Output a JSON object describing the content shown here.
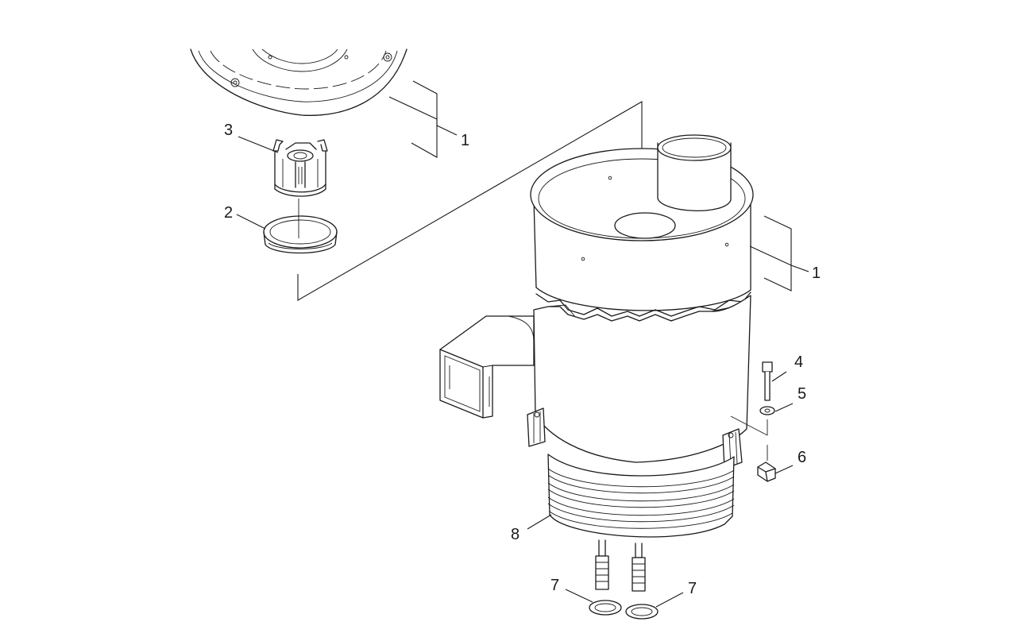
{
  "callouts": {
    "c1_top": "1",
    "c1_right": "1",
    "c2": "2",
    "c3": "3",
    "c4": "4",
    "c5": "5",
    "c6": "6",
    "c7_left": "7",
    "c7_right": "7",
    "c8": "8"
  },
  "colors": {
    "line": "#1a1a1a",
    "background": "#ffffff"
  }
}
